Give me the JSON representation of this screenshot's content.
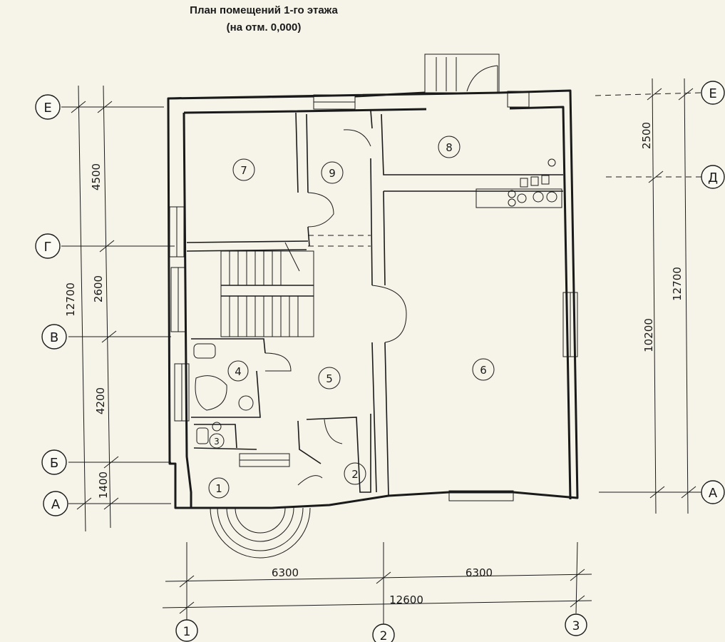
{
  "title": {
    "line1": "План помещений 1-го этажа",
    "line2": "(на отм. 0,000)"
  },
  "axes": {
    "letters": [
      "Е",
      "Д",
      "Г",
      "В",
      "Б",
      "А"
    ],
    "numbers": [
      "1",
      "2",
      "3"
    ]
  },
  "rooms": [
    "1",
    "2",
    "3",
    "4",
    "5",
    "6",
    "7",
    "8",
    "9"
  ],
  "dimensions": {
    "left_segments": [
      "4500",
      "2600",
      "4200",
      "1400"
    ],
    "left_total": "12700",
    "right_segments": [
      "2500",
      "10200"
    ],
    "right_total": "12700",
    "bottom_segments": [
      "6300",
      "6300"
    ],
    "bottom_total": "12600"
  }
}
